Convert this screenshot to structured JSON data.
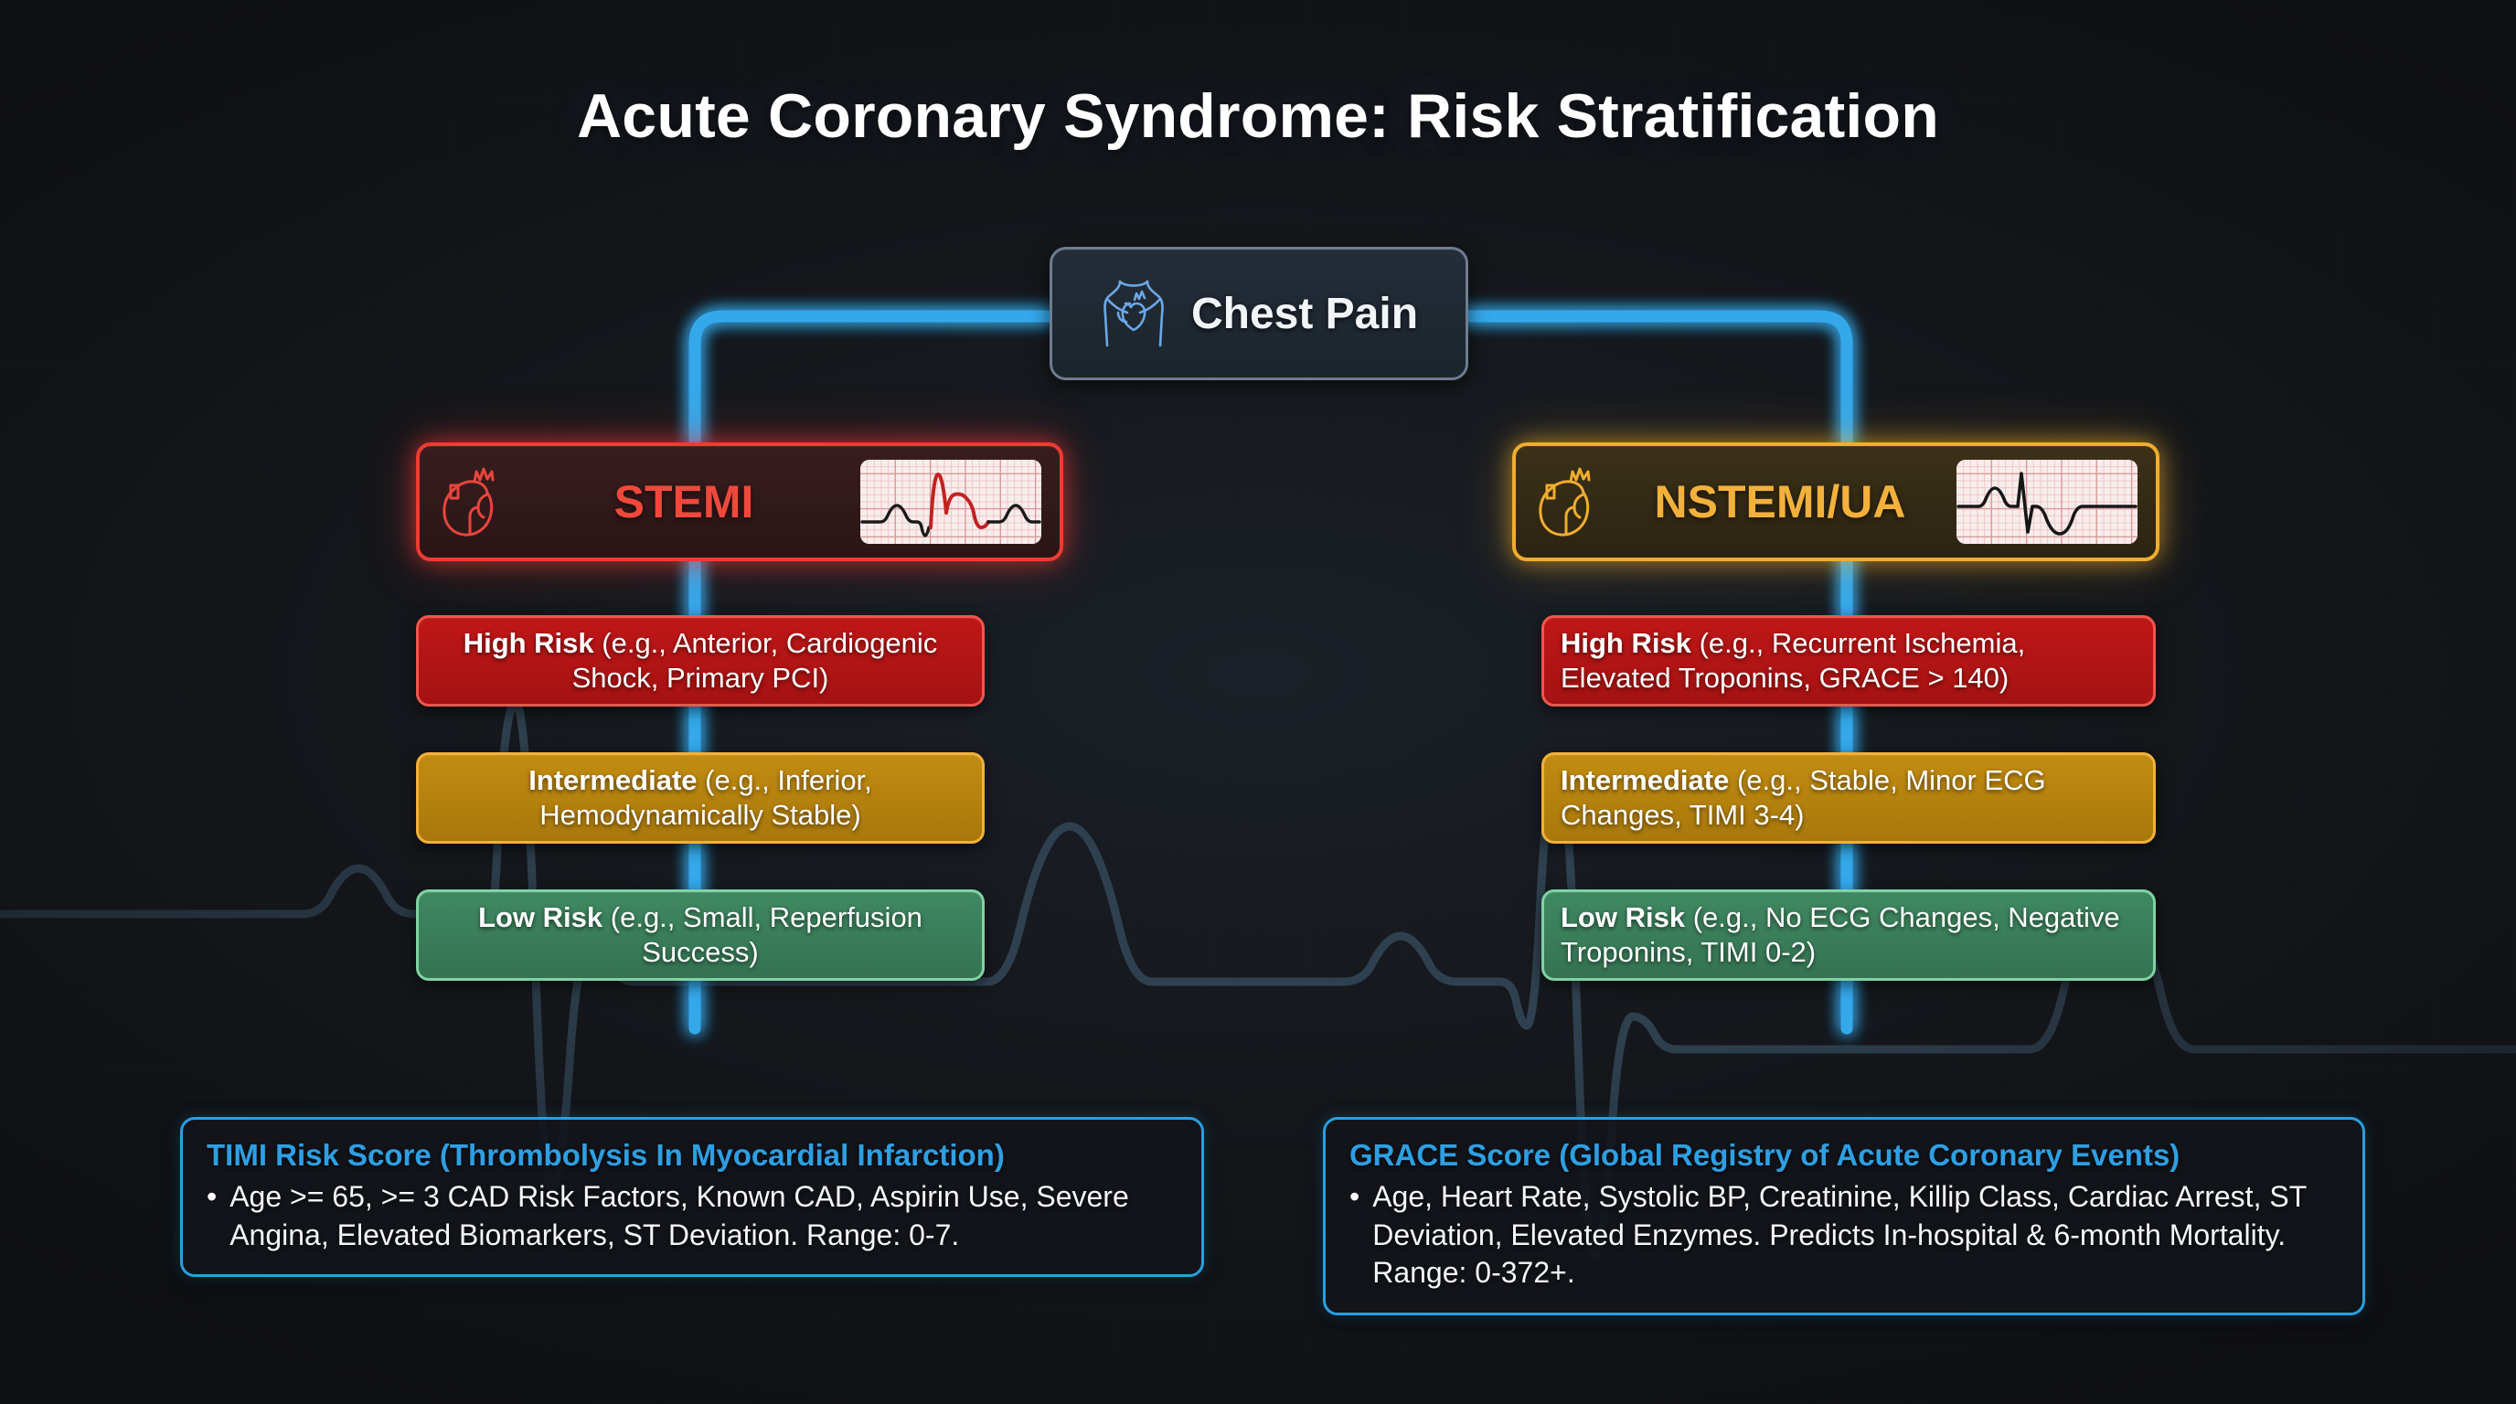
{
  "title": "Acute Coronary Syndrome: Risk Stratification",
  "root": {
    "label": "Chest Pain",
    "icon": "chest-torso-icon"
  },
  "branches": [
    {
      "id": "stemi",
      "label": "STEMI",
      "icon": "anatomical-heart-icon",
      "ecg_strip": "st-elevation-ecg-strip",
      "accent": "#ef3b32",
      "risks": [
        {
          "level": "High Risk",
          "detail": " (e.g., Anterior, Cardiogenic Shock, Primary PCI)",
          "color": "#bf1717"
        },
        {
          "level": "Intermediate",
          "detail": " (e.g., Inferior, Hemodynamically Stable)",
          "color": "#c28c10"
        },
        {
          "level": "Low Risk",
          "detail": " (e.g., Small, Reperfusion Success)",
          "color": "#3f8862"
        }
      ]
    },
    {
      "id": "nstemi",
      "label": "NSTEMI/UA",
      "icon": "anatomical-heart-icon",
      "ecg_strip": "t-wave-inversion-ecg-strip",
      "accent": "#f0ad2e",
      "risks": [
        {
          "level": "High Risk",
          "detail": " (e.g., Recurrent Ischemia, Elevated Troponins, GRACE > 140)",
          "color": "#bf1717"
        },
        {
          "level": "Intermediate",
          "detail": " (e.g., Stable, Minor ECG Changes, TIMI 3-4)",
          "color": "#c28c10"
        },
        {
          "level": "Low Risk",
          "detail": " (e.g., No ECG Changes, Negative Troponins, TIMI 0-2)",
          "color": "#3f8862"
        }
      ]
    }
  ],
  "score_panels": [
    {
      "id": "timi",
      "heading": "TIMI Risk Score (Thrombolysis In Myocardial Infarction)",
      "bullet": "•",
      "body": "Age >= 65, >= 3 CAD Risk Factors, Known CAD, Aspirin Use, Severe Angina, Elevated Biomarkers, ST Deviation. Range: 0-7."
    },
    {
      "id": "grace",
      "heading": "GRACE Score (Global Registry of Acute Coronary Events)",
      "bullet": "•",
      "body": "Age, Heart Rate, Systolic BP, Creatinine, Killip Class, Cardiac Arrest, ST Deviation, Elevated Enzymes. Predicts In-hospital & 6-month Mortality. Range: 0-372+."
    }
  ],
  "colors": {
    "background": "#14161a",
    "connector": "#35a8ea",
    "panel_border": "#2a9fe0",
    "panel_heading": "#2e9fe3",
    "high_risk": "#bf1717",
    "intermediate_risk": "#c28c10",
    "low_risk": "#3f8862",
    "stemi": "#ef3b32",
    "nstemi": "#f0ad2e",
    "root_border": "#6d7c90"
  }
}
